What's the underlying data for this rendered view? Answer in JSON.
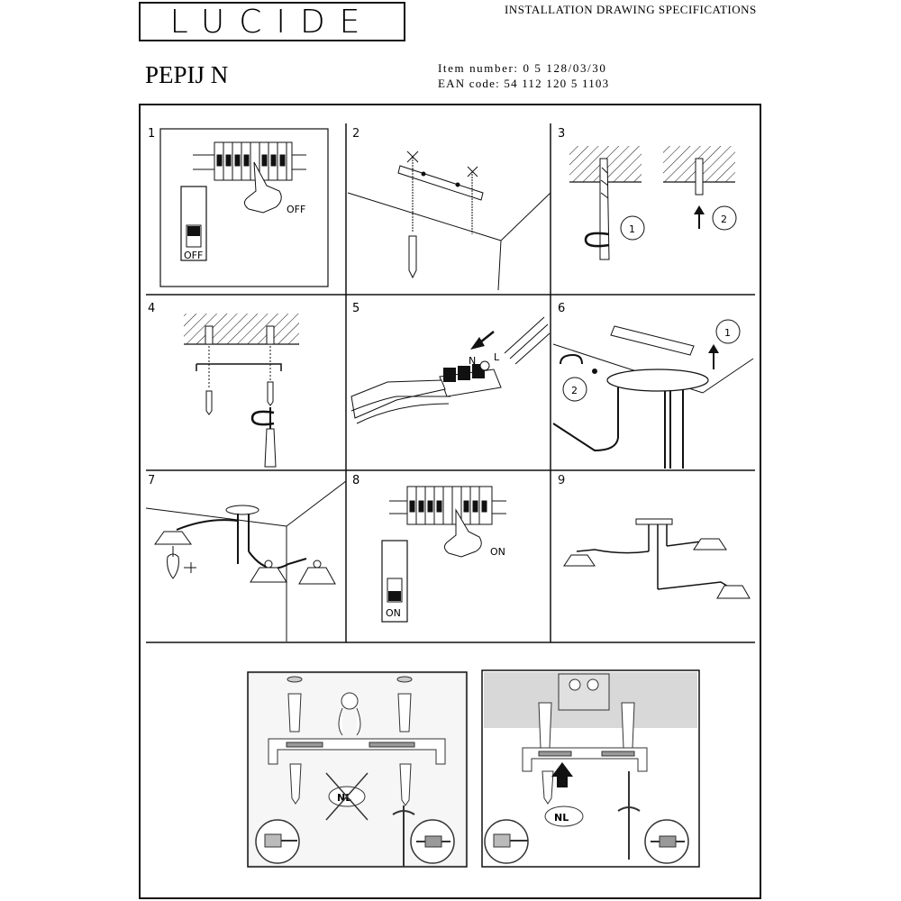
{
  "header": {
    "logo": "LUCIDE",
    "spec_title": "INSTALLATION DRAWING SPECIFICATIONS",
    "product_name": "PEPIJ N",
    "item_number": "Item number: 0 5 128/03/30",
    "ean_code": "EAN code: 54 112 120 5 1103"
  },
  "steps": {
    "s1": {
      "number": "1",
      "switch_label": "OFF",
      "hand_label": "OFF"
    },
    "s2": {
      "number": "2"
    },
    "s3": {
      "number": "3",
      "callout_a": "1",
      "callout_b": "2"
    },
    "s4": {
      "number": "4"
    },
    "s5": {
      "number": "5",
      "wire_n": "N",
      "wire_l": "L"
    },
    "s6": {
      "number": "6",
      "callout_a": "1",
      "callout_b": "2"
    },
    "s7": {
      "number": "7"
    },
    "s8": {
      "number": "8",
      "switch_label": "ON",
      "hand_label": "ON"
    },
    "s9": {
      "number": "9"
    }
  },
  "bottom": {
    "left_badge": "NL",
    "right_badge": "NL"
  },
  "colors": {
    "ink": "#111111",
    "panel_grey": "#d8d8d8",
    "page": "#ffffff"
  }
}
